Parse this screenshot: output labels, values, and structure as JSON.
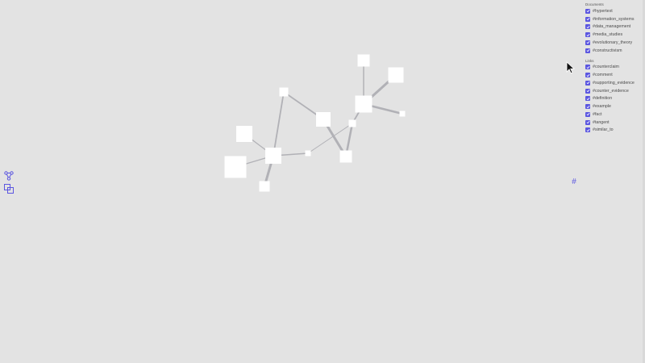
{
  "accent_color": "#5b56e0",
  "toolbar": {
    "graph_icon": "graph-nodes-icon",
    "duplicate_icon": "copy-squares-icon"
  },
  "filters": {
    "documents_title": "Documents",
    "documents": [
      {
        "label": "#hypertext",
        "checked": true
      },
      {
        "label": "#information_systems",
        "checked": true
      },
      {
        "label": "#data_management",
        "checked": true
      },
      {
        "label": "#media_studies",
        "checked": true
      },
      {
        "label": "#evolutionary_theory",
        "checked": true
      },
      {
        "label": "#constructivism",
        "checked": true
      }
    ],
    "links_title": "Links",
    "links": [
      {
        "label": "#counterclaim",
        "checked": true
      },
      {
        "label": "#comment",
        "checked": true
      },
      {
        "label": "#supporting_evidence",
        "checked": true
      },
      {
        "label": "#counter_evidence",
        "checked": true
      },
      {
        "label": "#definition",
        "checked": true
      },
      {
        "label": "#example",
        "checked": true
      },
      {
        "label": "#fact",
        "checked": true
      },
      {
        "label": "#tangent",
        "checked": true
      },
      {
        "label": "#similar_to",
        "checked": true
      }
    ]
  },
  "tag_button": {
    "symbol": "#"
  }
}
